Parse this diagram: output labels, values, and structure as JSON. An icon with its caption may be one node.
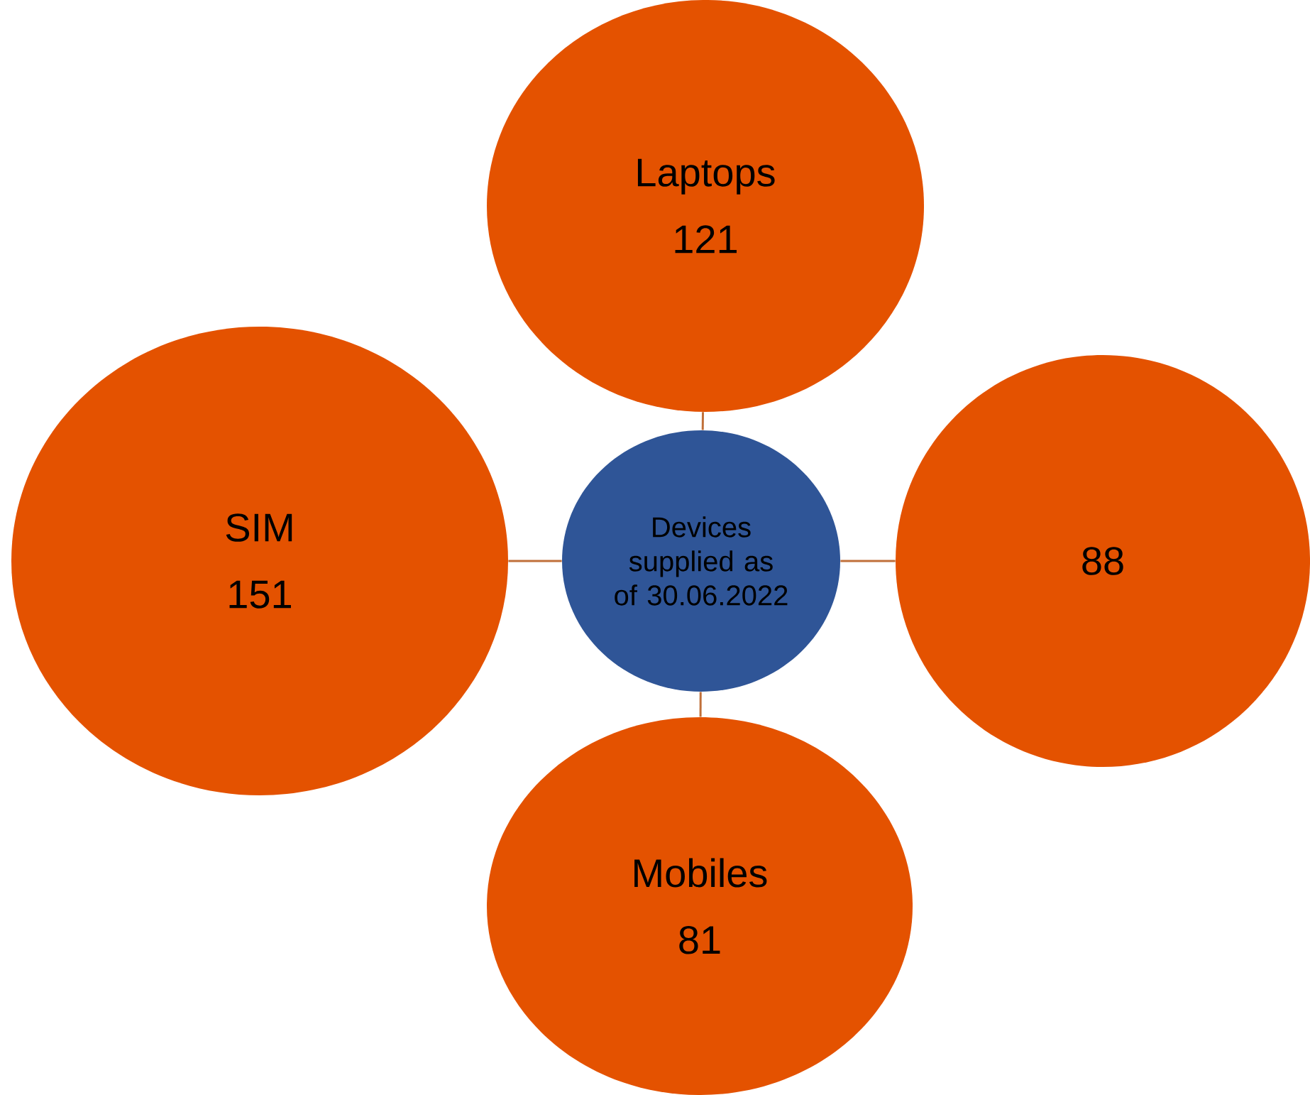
{
  "diagram": {
    "nodes": [
      {
        "text": [
          "Laptops",
          "121"
        ]
      },
      {
        "text": [
          "SIM",
          "151"
        ]
      },
      {
        "text": [
          "Devices supplied as of 30.06.2022"
        ]
      },
      {
        "text": [
          "88"
        ]
      },
      {
        "text": [
          "Mobiles",
          "81"
        ]
      }
    ],
    "edges": [
      {
        "from": 2,
        "to": 0,
        "arrow": "none"
      },
      {
        "from": 2,
        "to": 1,
        "arrow": "none"
      },
      {
        "from": 2,
        "to": 3,
        "arrow": "none"
      },
      {
        "from": 2,
        "to": 4,
        "arrow": "none"
      }
    ]
  }
}
